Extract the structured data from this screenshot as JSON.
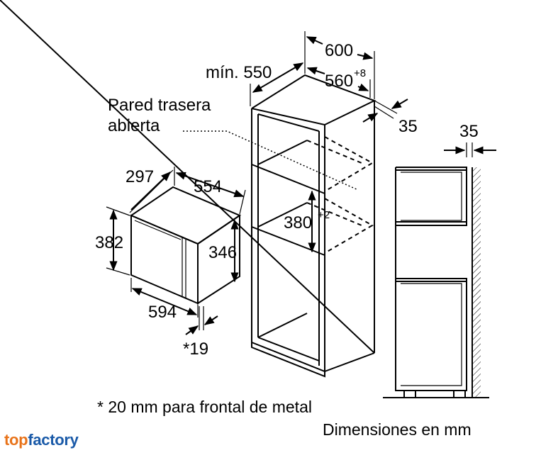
{
  "labels": {
    "d600": "600",
    "d550": "mín. 550",
    "d560": "560",
    "d560_sup": "+8",
    "d35_top": "35",
    "rear_wall_1": "Pared trasera",
    "rear_wall_2": "abierta",
    "d297": "297",
    "d554": "554",
    "d382": "382",
    "d346": "346",
    "d594": "594",
    "d19": "*19",
    "d380": "380",
    "d380_sup": "+2",
    "d35_side": "35"
  },
  "footnote": "* 20 mm para frontal de metal",
  "units_note": "Dimensiones en mm",
  "brand": {
    "part1": "top",
    "part2": "factory"
  }
}
